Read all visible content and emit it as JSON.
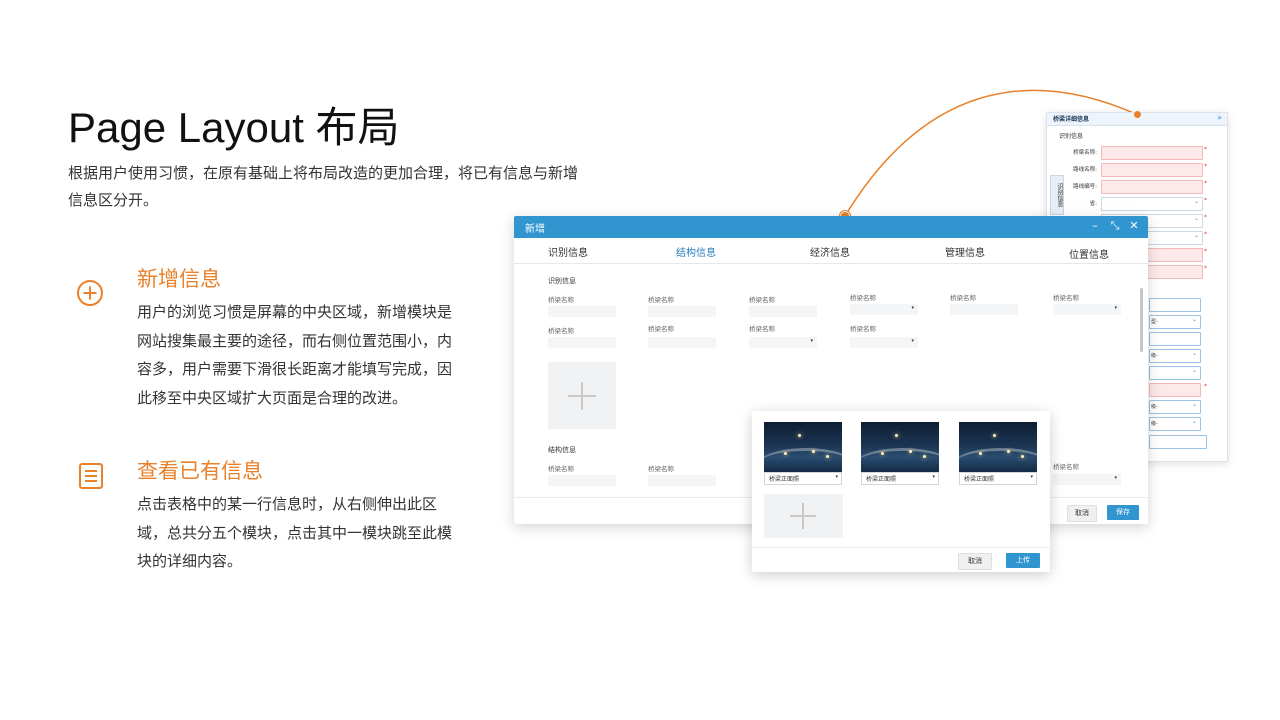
{
  "page": {
    "title": "Page Layout  布局",
    "subtitle": "根据用户使用习惯，在原有基础上将布局改造的更加合理，将已有信息与新增信息区分开。"
  },
  "features": [
    {
      "icon": "plus-circle-icon",
      "title": "新增信息",
      "desc": "用户的浏览习惯是屏幕的中央区域，新增模块是网站搜集最主要的途径，而右侧位置范围小，内容多，用户需要下滑很长距离才能填写完成，因此移至中央区域扩大页面是合理的改进。"
    },
    {
      "icon": "list-document-icon",
      "title": "查看已有信息",
      "desc": "点击表格中的某一行信息时，从右侧伸出此区域，总共分五个模块，点击其中一模块跳至此模块的详细内容。"
    }
  ],
  "detail_panel": {
    "title": "桥梁详细信息",
    "section": "识别信息",
    "side_tab": "识别信息",
    "fields": [
      {
        "label": "桥梁名称:"
      },
      {
        "label": "路线名称:"
      },
      {
        "label": "路线编号:"
      },
      {
        "label": "省:"
      }
    ],
    "select_stubs": [
      "型-",
      "级-",
      "级-",
      "级-"
    ]
  },
  "dialog": {
    "title": "新增",
    "tabs": [
      "识别信息",
      "结构信息",
      "经济信息",
      "管理信息",
      "位置信息"
    ],
    "active_tab": 1,
    "section1": "识别信息",
    "section2": "结构信息",
    "field_label": "桥梁名称",
    "cancel": "取消",
    "save": "保存"
  },
  "upload_popup": {
    "photo_option": "桥梁正面照",
    "cancel": "取消",
    "upload": "上传"
  },
  "colors": {
    "accent": "#e8812a",
    "primary": "#3196d0"
  }
}
